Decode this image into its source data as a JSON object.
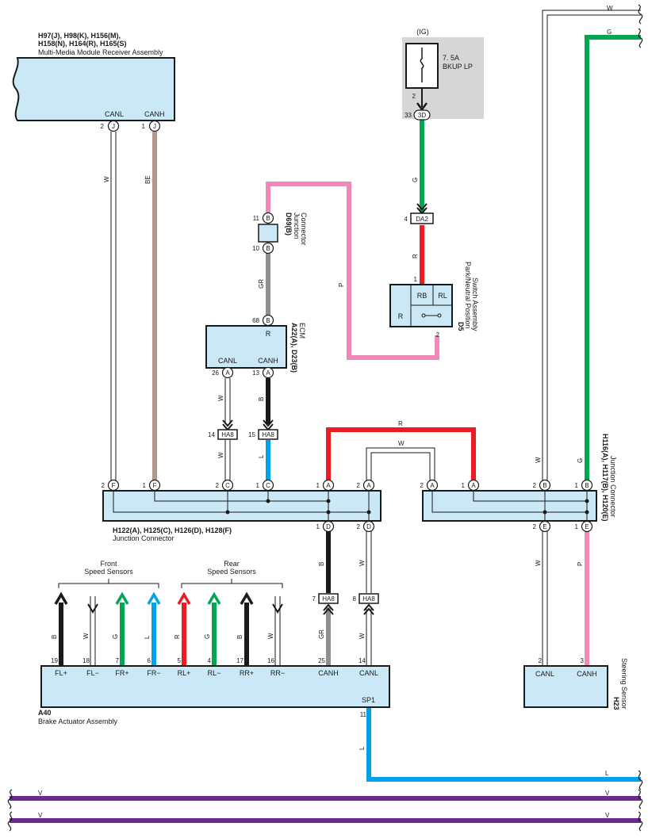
{
  "mmr": {
    "codes1": "H97(J), H98(K), H156(M),",
    "codes2": "H158(N), H164(R), H165(S)",
    "name": "Multi-Media Module Receiver Assembly",
    "canl": "CANL",
    "canh": "CANH",
    "pin_canl": "2",
    "pin_canh": "1",
    "conn_canl": "J",
    "conn_canh": "J"
  },
  "fuse": {
    "ig": "(IG)",
    "rating": "7. 5A",
    "name": "BKUP LP",
    "pin_out": "2",
    "pin_jb": "33",
    "conn_jb": "3D"
  },
  "d69": {
    "code": "D69(B)",
    "name1": "Junction",
    "name2": "Connector",
    "pin_top": "11",
    "pin_bot": "10",
    "conn": "B"
  },
  "ecm": {
    "codes": "A22(A), D23(B)",
    "name": "ECM",
    "r": "R",
    "canl": "CANL",
    "canh": "CANH",
    "pin_r": "68",
    "conn_r": "B",
    "pin_canl": "26",
    "pin_canh": "13",
    "conn_can": "A"
  },
  "da2": {
    "label": "DA2",
    "pin": "4"
  },
  "d5": {
    "code": "D5",
    "name1": "Park/Neutral Position",
    "name2": "Switch Assembly",
    "rb": "RB",
    "rl": "RL",
    "r": "R",
    "pin1": "1",
    "pin2": "2"
  },
  "ha8": {
    "label": "HA8",
    "pin14": "14",
    "pin15": "15",
    "pin7": "7",
    "pin8": "8"
  },
  "jc_left": {
    "codes": "H122(A), H125(C), H126(D), H128(F)",
    "name": "Junction Connector",
    "top_pins": [
      {
        "num": "2",
        "conn": "F"
      },
      {
        "num": "1",
        "conn": "F"
      },
      {
        "num": "2",
        "conn": "C"
      },
      {
        "num": "1",
        "conn": "C"
      },
      {
        "num": "1",
        "conn": "A"
      },
      {
        "num": "2",
        "conn": "A"
      }
    ],
    "bottom_pins": [
      {
        "num": "1",
        "conn": "D"
      },
      {
        "num": "2",
        "conn": "D"
      }
    ]
  },
  "jc_right": {
    "codes": "H116(A), H117(B), H120(E)",
    "name": "Junction Connector",
    "top_pins": [
      {
        "num": "2",
        "conn": "A"
      },
      {
        "num": "1",
        "conn": "A"
      },
      {
        "num": "2",
        "conn": "B"
      },
      {
        "num": "1",
        "conn": "B"
      }
    ],
    "bottom_pins": [
      {
        "num": "2",
        "conn": "E"
      },
      {
        "num": "1",
        "conn": "E"
      }
    ]
  },
  "sensors": {
    "front1": "Front",
    "front2": "Speed Sensors",
    "rear1": "Rear",
    "rear2": "Speed Sensors"
  },
  "a40": {
    "code": "A40",
    "name": "Brake Actuator Assembly",
    "sp1": "SP1",
    "sp1_pin": "11",
    "terminals": [
      {
        "label": "FL+",
        "pin": "19",
        "wire": "B"
      },
      {
        "label": "FL−",
        "pin": "18",
        "wire": "W"
      },
      {
        "label": "FR+",
        "pin": "7",
        "wire": "G"
      },
      {
        "label": "FR−",
        "pin": "6",
        "wire": "L"
      },
      {
        "label": "RL+",
        "pin": "5",
        "wire": "R"
      },
      {
        "label": "RL−",
        "pin": "4",
        "wire": "G"
      },
      {
        "label": "RR+",
        "pin": "17",
        "wire": "B"
      },
      {
        "label": "RR−",
        "pin": "16",
        "wire": "W"
      },
      {
        "label": "CANH",
        "pin": "25",
        "wire": "GR"
      },
      {
        "label": "CANL",
        "pin": "14",
        "wire": "W"
      }
    ]
  },
  "h23": {
    "code": "H23",
    "name": "Steering Sensor",
    "canl": "CANL",
    "canh": "CANH",
    "pin_canl": "2",
    "pin_canh": "3"
  },
  "wire_colors": {
    "W": "W",
    "G": "G",
    "BE": "BE",
    "P": "P",
    "GR": "GR",
    "R": "R",
    "B": "B",
    "L": "L",
    "V": "V"
  },
  "colors": {
    "green": "#00a651",
    "red": "#ed1c24",
    "pink": "#f088b9",
    "tan": "#b3998a",
    "gray": "#8f8f8f",
    "black": "#1a1a1a",
    "blue": "#00a3e8",
    "purple": "#6b2a90",
    "box": "#cbe8f6",
    "fuse_bg": "#d6d6d6"
  }
}
